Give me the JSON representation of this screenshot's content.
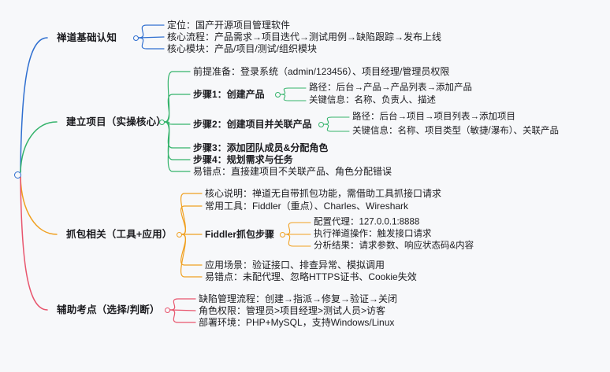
{
  "meta": {
    "background": "#f7f8fa",
    "root_color": "#2f6fd0"
  },
  "root": {
    "name": "root-node",
    "label": ""
  },
  "branches": [
    {
      "id": "branch-1",
      "label": "禅道基础认知",
      "color": "#2f6fd0",
      "children": [
        {
          "label": "定位：国产开源项目管理软件"
        },
        {
          "label": "核心流程：产品需求→项目迭代→测试用例→缺陷跟踪→发布上线"
        },
        {
          "label": "核心模块：产品/项目/测试/组织模块"
        }
      ]
    },
    {
      "id": "branch-2",
      "label": "建立项目（实操核心）",
      "color": "#34b36b",
      "children": [
        {
          "label": "前提准备：登录系统（admin/123456）、项目经理/管理员权限"
        },
        {
          "label": "步骤1：创建产品",
          "children": [
            {
              "label": "路径：后台→产品→产品列表→添加产品"
            },
            {
              "label": "关键信息：名称、负责人、描述"
            }
          ]
        },
        {
          "label": "步骤2：创建项目并关联产品",
          "children": [
            {
              "label": "路径：后台→项目→项目列表→添加项目"
            },
            {
              "label": "关键信息：名称、项目类型（敏捷/瀑布）、关联产品"
            }
          ]
        },
        {
          "label": "步骤3：添加团队成员&分配角色"
        },
        {
          "label": "步骤4：规划需求与任务"
        },
        {
          "label": "易错点：直接建项目不关联产品、角色分配错误"
        }
      ]
    },
    {
      "id": "branch-3",
      "label": "抓包相关（工具+应用）",
      "color": "#f0a020",
      "children": [
        {
          "label": "核心说明：禅道无自带抓包功能，需借助工具抓接口请求"
        },
        {
          "label": "常用工具：Fiddler（重点）、Charles、Wireshark"
        },
        {
          "label": "Fiddler抓包步骤",
          "children": [
            {
              "label": "配置代理：127.0.0.1:8888"
            },
            {
              "label": "执行禅道操作：触发接口请求"
            },
            {
              "label": "分析结果：请求参数、响应状态码&内容"
            }
          ]
        },
        {
          "label": "应用场景：验证接口、排查异常、模拟调用"
        },
        {
          "label": "易错点：未配代理、忽略HTTPS证书、Cookie失效"
        }
      ]
    },
    {
      "id": "branch-4",
      "label": "辅助考点（选择/判断）",
      "color": "#e8556d",
      "children": [
        {
          "label": "缺陷管理流程：创建→指派→修复→验证→关闭"
        },
        {
          "label": "角色权限：管理员>项目经理>测试人员>访客"
        },
        {
          "label": "部署环境：PHP+MySQL，支持Windows/Linux"
        }
      ]
    }
  ]
}
